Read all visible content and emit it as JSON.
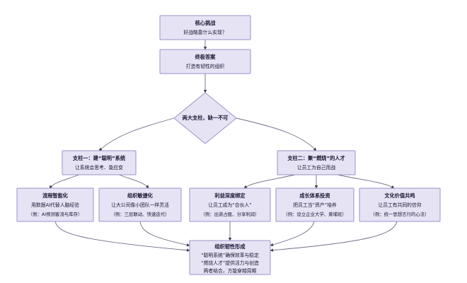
{
  "diagram": {
    "type": "flowchart",
    "orientation": "top-down",
    "colors": {
      "node_fill": "#e6e3f5",
      "node_stroke": "#9a93c9",
      "edge_stroke": "#6f6b86",
      "text": "#171530",
      "background": "#ffffff"
    }
  },
  "nodes": {
    "core_challenge": {
      "title": "核心挑战",
      "subtitle": "好战略靠什么实现？"
    },
    "ultimate_answer": {
      "title": "终极答案",
      "subtitle": "打造有韧性的组织"
    },
    "two_pillars": {
      "label": "两大支柱，缺一不可"
    },
    "pillar_one": {
      "title": "支柱一：建“聪明”系统",
      "subtitle": "让系统会思考、能应变"
    },
    "pillar_two": {
      "title": "支柱二：聚“燃烧”的人才",
      "subtitle": "让员工为自己而战"
    },
    "leaf_process": {
      "title": "流程智能化",
      "subtitle": "用数据AI代替人脑经验",
      "example": "（例：AI预测客流与库存）"
    },
    "leaf_agile": {
      "title": "组织敏捷化",
      "subtitle": "让大公司像小团队一样灵活",
      "example": "（例：三层联动、快速迭代）"
    },
    "leaf_interest": {
      "title": "利益深度绑定",
      "subtitle": "让员工成为“合伙人”",
      "example": "（例：出资占股、分享利润）"
    },
    "leaf_growth": {
      "title": "成长体系投资",
      "subtitle": "把员工当“资产”培养",
      "example": "（例：设立企业大学、黄埔班）"
    },
    "leaf_culture": {
      "title": "文化价值共鸣",
      "subtitle": "让员工有共同的信仰",
      "example": "（例：统一思想言行的心法）"
    },
    "resilience": {
      "title": "组织韧性形成",
      "line1": "“聪明系统”确保效率与稳定",
      "line2": "“燃烧人才”提供活力与创造",
      "line3": "两者结合，方能穿越周期"
    }
  }
}
